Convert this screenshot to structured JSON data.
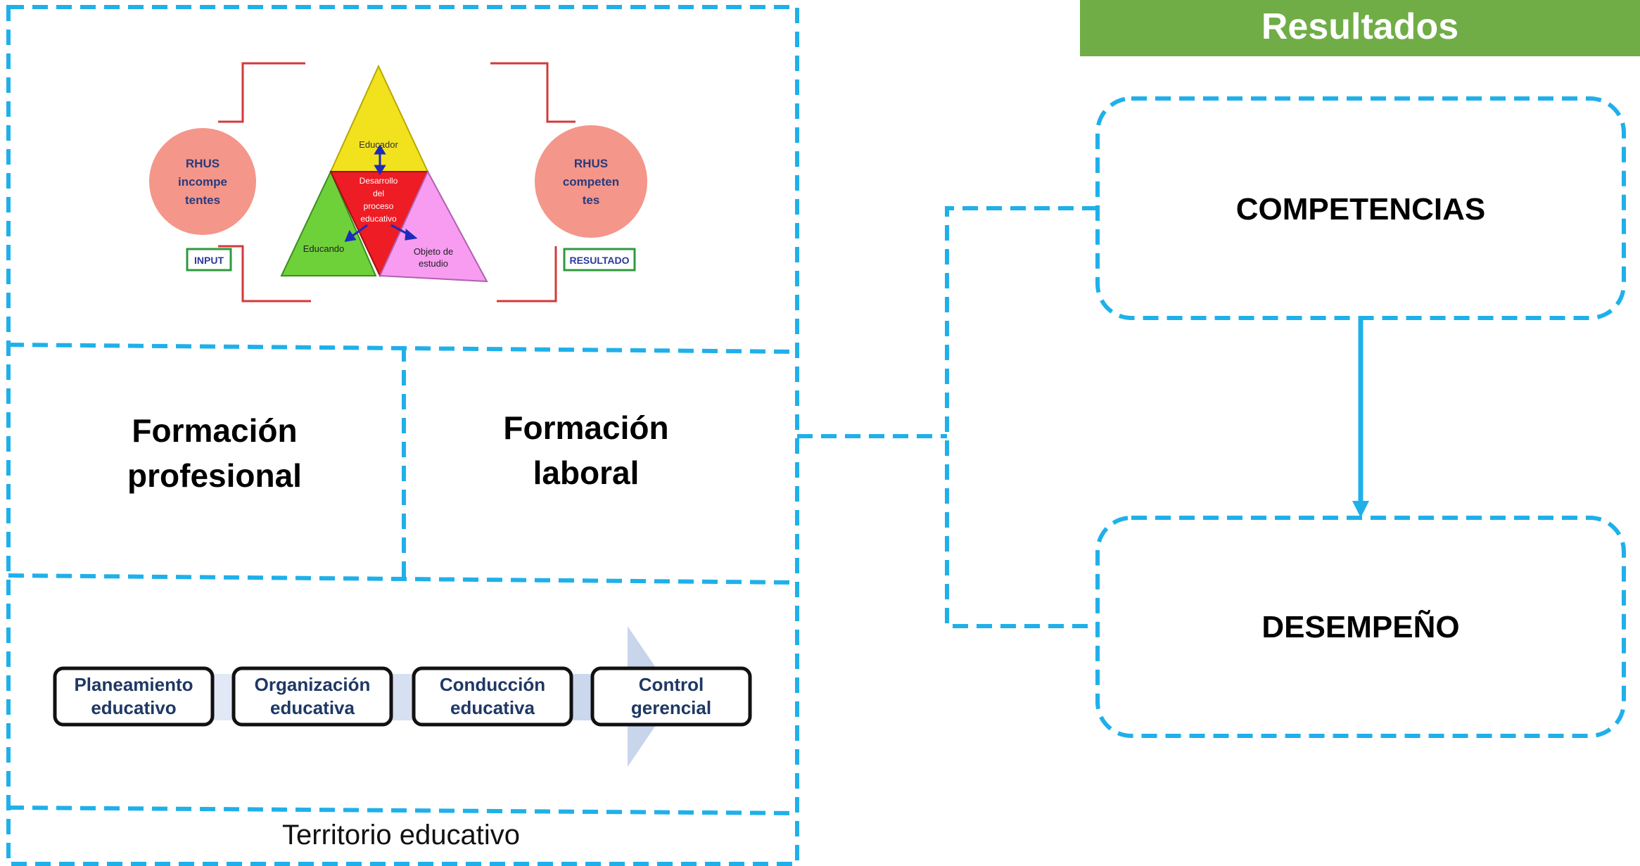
{
  "header": {
    "label": "Resultados",
    "color": "#70AD47"
  },
  "colors": {
    "dash": "#1FB0EA",
    "header_text": "#FFFFFF"
  },
  "model": {
    "left_circle": [
      "RHUS",
      "incompe",
      "tentes"
    ],
    "right_circle": [
      "RHUS",
      "competen",
      "tes"
    ],
    "input_label": "INPUT",
    "result_label": "RESULTADO",
    "top_triangle": "Educador",
    "center_triangle": [
      "Desarrollo",
      "del",
      "proceso",
      "educativo"
    ],
    "left_triangle": "Educando",
    "right_triangle": [
      "Objeto de",
      "estudio"
    ]
  },
  "formation": {
    "professional": [
      "Formación",
      "profesional"
    ],
    "labor": [
      "Formación",
      "laboral"
    ]
  },
  "process_steps": [
    [
      "Planeamiento",
      "educativo"
    ],
    [
      "Organización",
      "educativa"
    ],
    [
      "Conducción",
      "educativa"
    ],
    [
      "Control",
      "gerencial"
    ]
  ],
  "territory_label": "Territorio educativo",
  "results": {
    "competencias": "COMPETENCIAS",
    "desempeno": "DESEMPEÑO"
  }
}
